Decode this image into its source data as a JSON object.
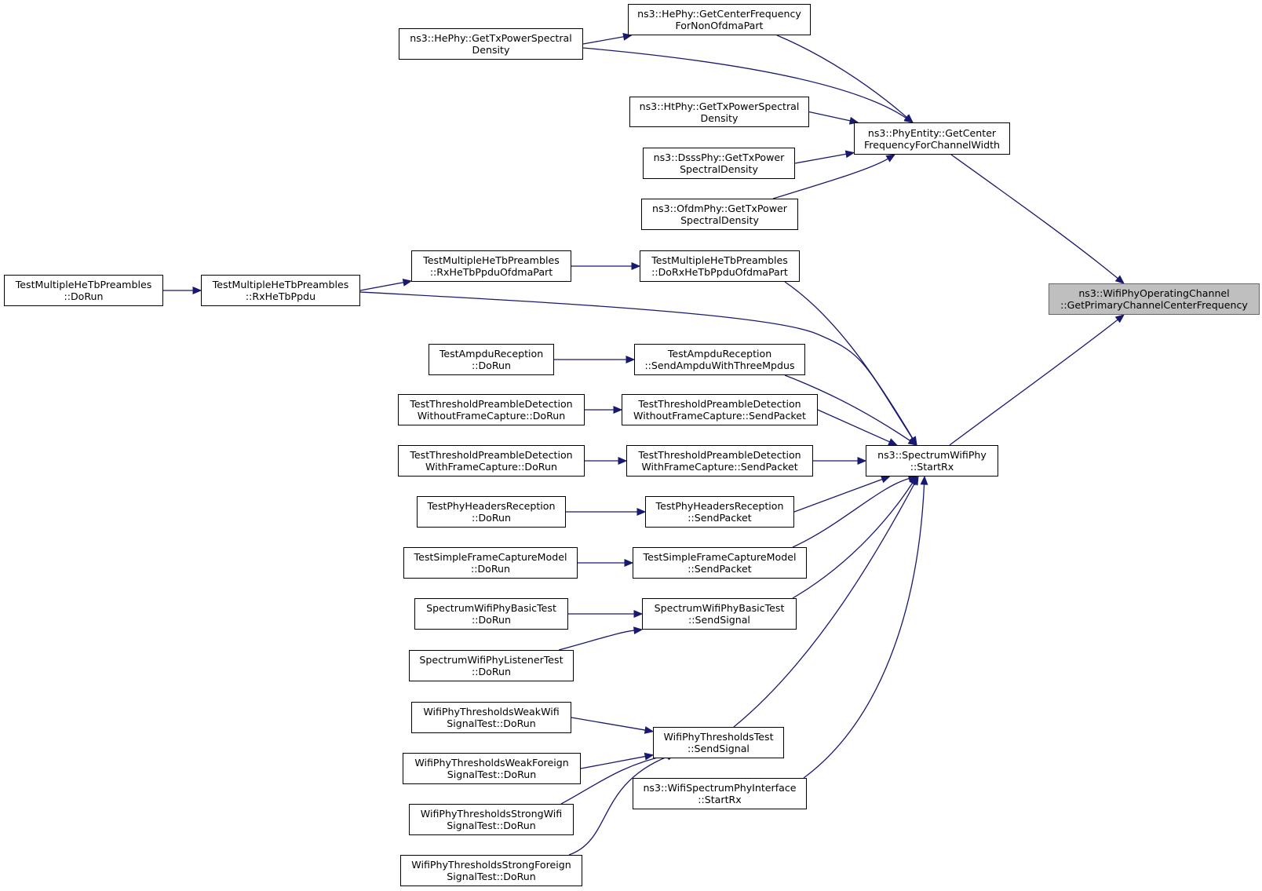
{
  "colors": {
    "edge": "#191970",
    "node_border": "#000000",
    "focus_fill": "#bfbfbf",
    "focus_border": "#666666"
  },
  "nodes": [
    {
      "id": "target",
      "lines": [
        "ns3::WifiPhyOperatingChannel",
        "::GetPrimaryChannelCenterFrequency"
      ],
      "focus": true
    },
    {
      "id": "phyentity",
      "lines": [
        "ns3::PhyEntity::GetCenter",
        "FrequencyForChannelWidth"
      ]
    },
    {
      "id": "spectrum_startrx",
      "lines": [
        "ns3::SpectrumWifiPhy",
        "::StartRx"
      ]
    },
    {
      "id": "hephy_center",
      "lines": [
        "ns3::HePhy::GetCenterFrequency",
        "ForNonOfdmaPart"
      ]
    },
    {
      "id": "hephy_txpsd",
      "lines": [
        "ns3::HePhy::GetTxPowerSpectral",
        "Density"
      ]
    },
    {
      "id": "htphy_txpsd",
      "lines": [
        "ns3::HtPhy::GetTxPowerSpectral",
        "Density"
      ]
    },
    {
      "id": "dsssphy_txpsd",
      "lines": [
        "ns3::DsssPhy::GetTxPower",
        "SpectralDensity"
      ]
    },
    {
      "id": "ofdmphy_txpsd",
      "lines": [
        "ns3::OfdmPhy::GetTxPower",
        "SpectralDensity"
      ]
    },
    {
      "id": "tmhtp_dorx",
      "lines": [
        "TestMultipleHeTbPreambles",
        "::DoRxHeTbPpduOfdmaPart"
      ]
    },
    {
      "id": "tmhtp_rxofdma",
      "lines": [
        "TestMultipleHeTbPreambles",
        "::RxHeTbPpduOfdmaPart"
      ]
    },
    {
      "id": "tmhtp_rxppdu",
      "lines": [
        "TestMultipleHeTbPreambles",
        "::RxHeTbPpdu"
      ]
    },
    {
      "id": "tmhtp_dorun",
      "lines": [
        "TestMultipleHeTbPreambles",
        "::DoRun"
      ]
    },
    {
      "id": "ampdu_send",
      "lines": [
        "TestAmpduReception",
        "::SendAmpduWithThreeMpdus"
      ]
    },
    {
      "id": "ampdu_dorun",
      "lines": [
        "TestAmpduReception",
        "::DoRun"
      ]
    },
    {
      "id": "tpd_wo_send",
      "lines": [
        "TestThresholdPreambleDetection",
        "WithoutFrameCapture::SendPacket"
      ]
    },
    {
      "id": "tpd_wo_dorun",
      "lines": [
        "TestThresholdPreambleDetection",
        "WithoutFrameCapture::DoRun"
      ]
    },
    {
      "id": "tpd_w_send",
      "lines": [
        "TestThresholdPreambleDetection",
        "WithFrameCapture::SendPacket"
      ]
    },
    {
      "id": "tpd_w_dorun",
      "lines": [
        "TestThresholdPreambleDetection",
        "WithFrameCapture::DoRun"
      ]
    },
    {
      "id": "phr_send",
      "lines": [
        "TestPhyHeadersReception",
        "::SendPacket"
      ]
    },
    {
      "id": "phr_dorun",
      "lines": [
        "TestPhyHeadersReception",
        "::DoRun"
      ]
    },
    {
      "id": "sfcm_send",
      "lines": [
        "TestSimpleFrameCaptureModel",
        "::SendPacket"
      ]
    },
    {
      "id": "sfcm_dorun",
      "lines": [
        "TestSimpleFrameCaptureModel",
        "::DoRun"
      ]
    },
    {
      "id": "swpb_send",
      "lines": [
        "SpectrumWifiPhyBasicTest",
        "::SendSignal"
      ]
    },
    {
      "id": "swpb_dorun",
      "lines": [
        "SpectrumWifiPhyBasicTest",
        "::DoRun"
      ]
    },
    {
      "id": "swpl_dorun",
      "lines": [
        "SpectrumWifiPhyListenerTest",
        "::DoRun"
      ]
    },
    {
      "id": "wpt_send",
      "lines": [
        "WifiPhyThresholdsTest",
        "::SendSignal"
      ]
    },
    {
      "id": "wsw_dorun",
      "lines": [
        "WifiPhyThresholdsWeakWifi",
        "SignalTest::DoRun"
      ]
    },
    {
      "id": "wsf_dorun",
      "lines": [
        "WifiPhyThresholdsWeakForeign",
        "SignalTest::DoRun"
      ]
    },
    {
      "id": "ssw_dorun",
      "lines": [
        "WifiPhyThresholdsStrongWifi",
        "SignalTest::DoRun"
      ]
    },
    {
      "id": "ssf_dorun",
      "lines": [
        "WifiPhyThresholdsStrongForeign",
        "SignalTest::DoRun"
      ]
    },
    {
      "id": "wspi_startrx",
      "lines": [
        "ns3::WifiSpectrumPhyInterface",
        "::StartRx"
      ]
    }
  ],
  "edges": [
    [
      "phyentity",
      "target"
    ],
    [
      "spectrum_startrx",
      "target"
    ],
    [
      "hephy_center",
      "phyentity"
    ],
    [
      "hephy_txpsd",
      "phyentity"
    ],
    [
      "htphy_txpsd",
      "phyentity"
    ],
    [
      "dsssphy_txpsd",
      "phyentity"
    ],
    [
      "ofdmphy_txpsd",
      "phyentity"
    ],
    [
      "hephy_txpsd",
      "hephy_center"
    ],
    [
      "tmhtp_dorx",
      "spectrum_startrx"
    ],
    [
      "tmhtp_rxppdu",
      "spectrum_startrx"
    ],
    [
      "ampdu_send",
      "spectrum_startrx"
    ],
    [
      "tpd_wo_send",
      "spectrum_startrx"
    ],
    [
      "tpd_w_send",
      "spectrum_startrx"
    ],
    [
      "phr_send",
      "spectrum_startrx"
    ],
    [
      "sfcm_send",
      "spectrum_startrx"
    ],
    [
      "swpb_send",
      "spectrum_startrx"
    ],
    [
      "wpt_send",
      "spectrum_startrx"
    ],
    [
      "wspi_startrx",
      "spectrum_startrx"
    ],
    [
      "tmhtp_rxofdma",
      "tmhtp_dorx"
    ],
    [
      "tmhtp_rxppdu",
      "tmhtp_rxofdma"
    ],
    [
      "tmhtp_dorun",
      "tmhtp_rxppdu"
    ],
    [
      "ampdu_dorun",
      "ampdu_send"
    ],
    [
      "tpd_wo_dorun",
      "tpd_wo_send"
    ],
    [
      "tpd_w_dorun",
      "tpd_w_send"
    ],
    [
      "phr_dorun",
      "phr_send"
    ],
    [
      "sfcm_dorun",
      "sfcm_send"
    ],
    [
      "swpb_dorun",
      "swpb_send"
    ],
    [
      "swpl_dorun",
      "swpb_send"
    ],
    [
      "wsw_dorun",
      "wpt_send"
    ],
    [
      "wsf_dorun",
      "wpt_send"
    ],
    [
      "ssw_dorun",
      "wpt_send"
    ],
    [
      "ssf_dorun",
      "wpt_send"
    ]
  ]
}
